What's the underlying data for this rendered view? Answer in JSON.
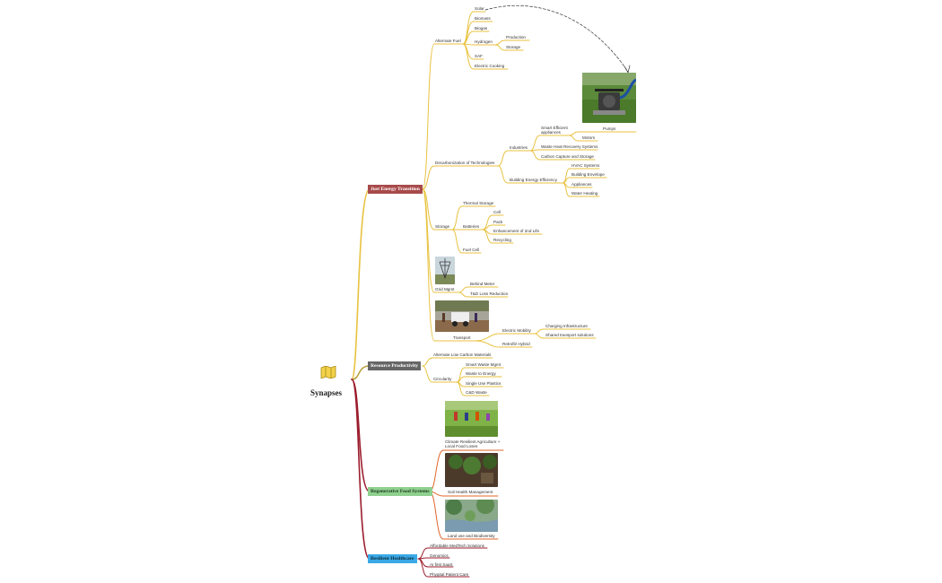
{
  "colors": {
    "gold": "#e8c23f",
    "crimson": "#9b1c2c",
    "orange": "#e0652a",
    "jet_fill": "#a84a4a",
    "rp_fill": "#666666",
    "rfs_fill": "#8fd08f",
    "rh_fill": "#3aa9e6"
  },
  "root": {
    "label": "Synapses",
    "icon": "map-icon"
  },
  "branches": {
    "jet": "Just Energy Transition",
    "rp": "Resource Productivity",
    "rfs": "Regenerative Food Systems",
    "rh": "Resilient Healthcare"
  },
  "alt_fuel": {
    "label": "Alternate Fuel",
    "items": [
      "Solar",
      "Biomass",
      "Biogas",
      "Hydrogen",
      "SAF",
      "Electric Cooking"
    ],
    "hydrogen_items": [
      "Production",
      "Storage"
    ]
  },
  "pumps_label": "Pumps",
  "decarb": {
    "label": "Decarbonization of Technologies",
    "industries": "Industries",
    "industries_items": [
      "Smart Efficient appliances",
      "Waste Heat Recovery Systems",
      "Carbon Capture and Storage"
    ],
    "motors": "Motors",
    "bee": "Building Energy Efficiency",
    "bee_items": [
      "HVAC Systems",
      "Building Envelope",
      "Appliances",
      "Water Heating"
    ]
  },
  "storage": {
    "label": "Storage",
    "thermal": "Thermal Storage",
    "batteries": "Batteries",
    "battery_items": [
      "Cell",
      "Pack",
      "Enhancement of 2nd Life",
      "Recycling"
    ],
    "fuel_cell": "Fuel Cell"
  },
  "grid": {
    "label": "Grid Mgmt",
    "items": [
      "Behind Meter",
      "T&D Loss Reduction"
    ]
  },
  "transport": {
    "label": "Transport",
    "em": "Electric Mobility",
    "em_items": [
      "Charging Infrastructure",
      "Shared transport solutions"
    ],
    "retro": "Retrofit/ Hybrid"
  },
  "rp": {
    "alcm": "Alternate Low Carbon Materials",
    "circ": "Circularity",
    "circ_items": [
      "Smart Waste Mgmt",
      "Waste to Energy",
      "Single Use Plastics",
      "C&D Waste"
    ]
  },
  "rfs": {
    "items": [
      "Climate Resilient Agriculture + Local Food Loses",
      "Soil Health Management",
      "Land use and Biodiversity"
    ]
  },
  "rh": {
    "items": [
      "Affordable MedTech Solutions",
      "Genomics",
      "AI first SaaS",
      "Phygital Patient Care"
    ]
  }
}
